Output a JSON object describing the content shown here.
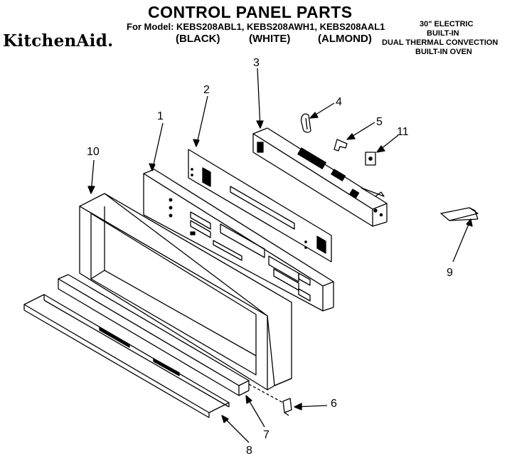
{
  "header": {
    "title": "CONTROL PANEL PARTS",
    "model_line": "For Model: KEBS208ABL1, KEBS208AWH1, KEBS208AAL1",
    "brand": "KitchenAid.",
    "colors": [
      "(BLACK)",
      "(WHITE)",
      "(ALMOND)"
    ],
    "spec_lines": [
      "30\" ELECTRIC",
      "BUILT-IN",
      "DUAL THERMAL CONVECTION",
      "BUILT-IN OVEN"
    ]
  },
  "callouts": [
    "1",
    "2",
    "3",
    "4",
    "5",
    "6",
    "7",
    "8",
    "9",
    "10",
    "11"
  ]
}
